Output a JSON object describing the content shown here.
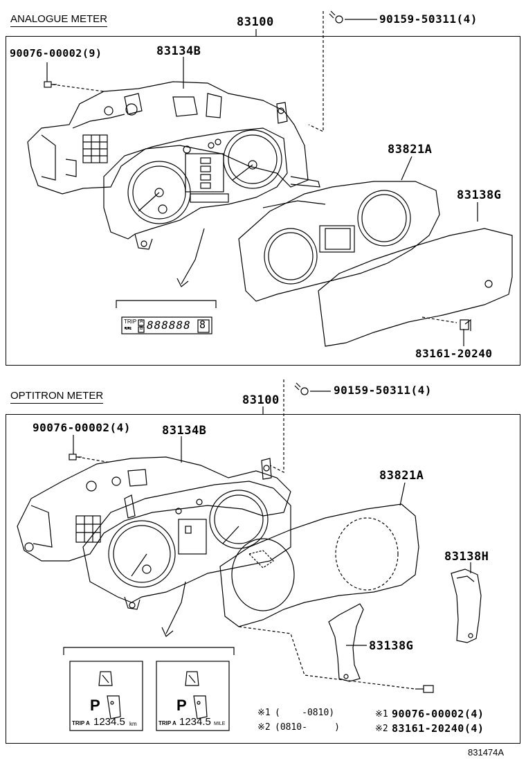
{
  "analogue": {
    "title": "ANALOGUE METER",
    "assembly": "83100",
    "bolt_top": "90159-50311(4)",
    "screw_left": "90076-00002(9)",
    "bracket": "83134B",
    "lens": "83821A",
    "glass": "83138G",
    "pin": "83161-20240",
    "trip_label": "TRIP",
    "trip_a": "A",
    "trip_b": "B",
    "odo_code": "ODO",
    "odo_digits": "888888",
    "gear_digit": "8"
  },
  "optitron": {
    "title": "OPTITRON METER",
    "assembly": "83100",
    "bolt_top": "90159-50311(4)",
    "screw_left": "90076-00002(4)",
    "bracket": "83134B",
    "lens": "83821A",
    "glass_right": "83138H",
    "glass_lower": "83138G",
    "disp1": {
      "gear": "P",
      "trip": "TRIP A",
      "value": "1234.5",
      "unit": "km"
    },
    "disp2": {
      "gear": "P",
      "trip": "TRIP A",
      "value": "1234.5",
      "unit": "MILE"
    },
    "note1_mark": "※1",
    "note1_range": "(    -0810)",
    "note2_mark": "※2",
    "note2_range": "(0810-     )",
    "part1_mark": "※1",
    "part1": "90076-00002(4)",
    "part2_mark": "※2",
    "part2": "83161-20240(4)"
  },
  "diagram_code": "831474A"
}
